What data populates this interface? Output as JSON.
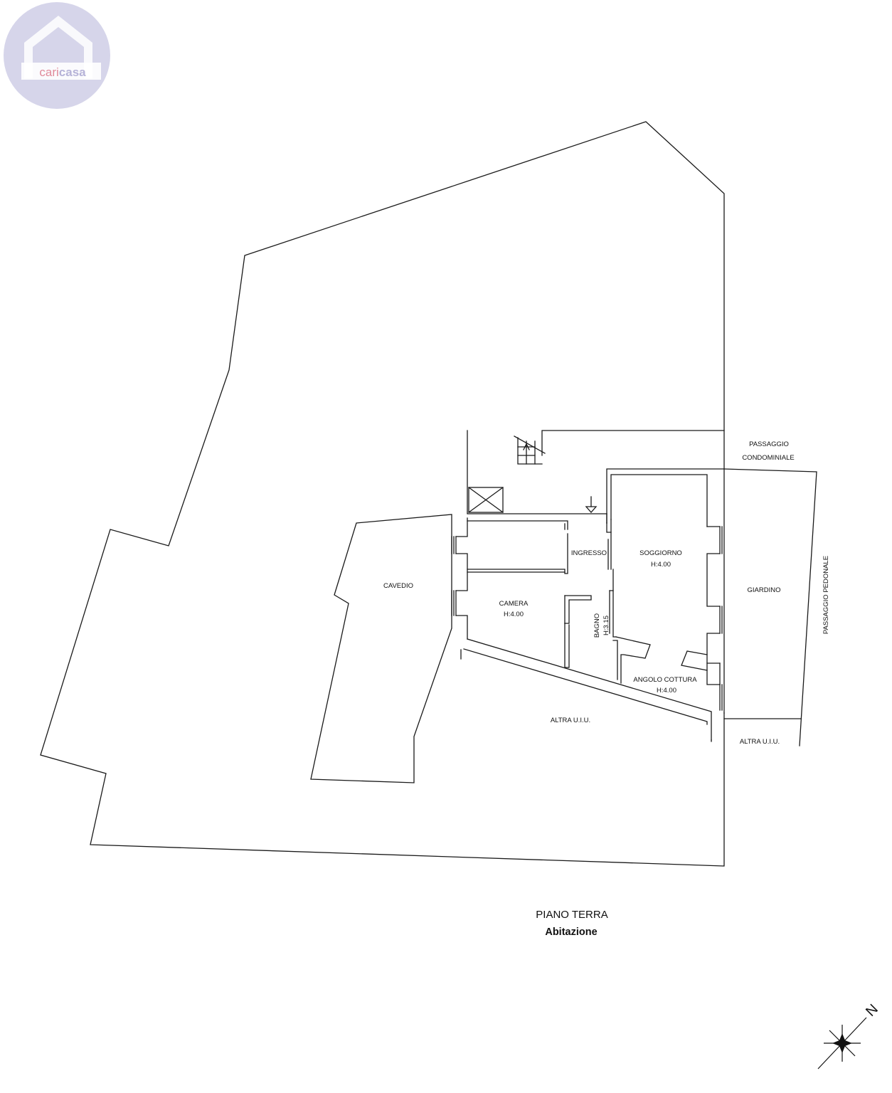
{
  "logo": {
    "text_left": "cari",
    "text_right": "casa",
    "circle_color": "#d6d5ea",
    "house_color": "#c9c7e2",
    "text_left_color": "#e08a9a",
    "text_right_color": "#b6b3d8"
  },
  "rooms": {
    "cavedio": "CAVEDIO",
    "ingresso": "INGRESSO",
    "soggiorno": "SOGGIORNO",
    "soggiorno_height": "H:4.00",
    "camera": "CAMERA",
    "camera_height": "H:4.00",
    "bagno": "BAGNO",
    "bagno_height": "H:3.15",
    "angolo_cottura": "ANGOLO COTTURA",
    "angolo_cottura_height": "H:4.00",
    "giardino": "GIARDINO"
  },
  "surroundings": {
    "passaggio_line1": "PASSAGGIO",
    "passaggio_line2": "CONDOMINIALE",
    "passaggio_pedonale": "PASSAGGIO PEDONALE",
    "altra_uiu_1": "ALTRA U.I.U.",
    "altra_uiu_2": "ALTRA U.I.U."
  },
  "caption": {
    "title": "PIANO TERRA",
    "subtitle": "Abitazione"
  },
  "compass": {
    "north_label": "N"
  }
}
